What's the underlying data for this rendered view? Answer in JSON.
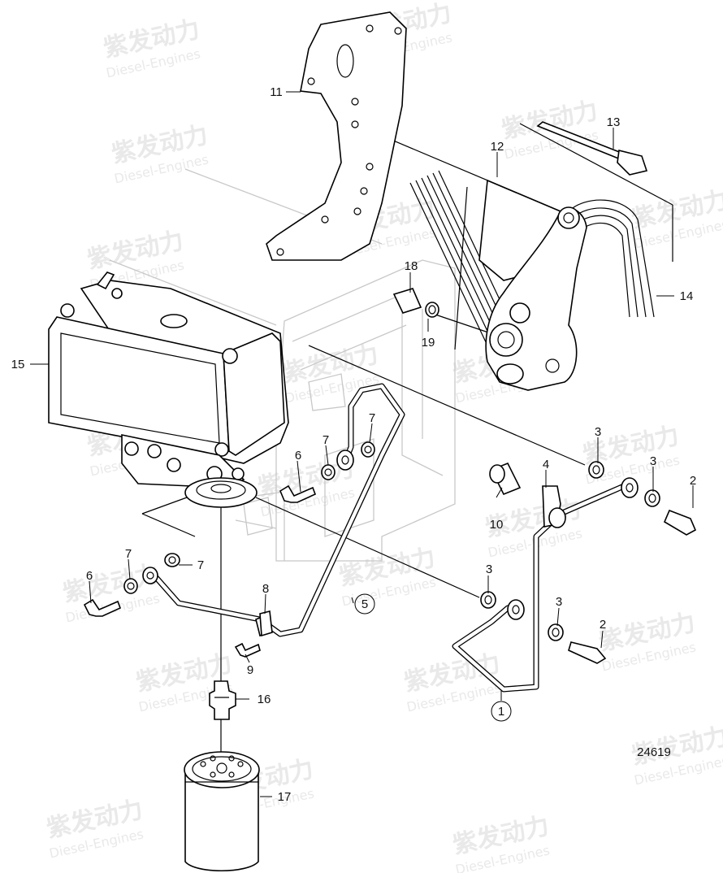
{
  "diagram": {
    "figure_number": "24619",
    "watermark": {
      "brand_cn": "紫发动力",
      "brand_en": "Diesel-Engines"
    },
    "callouts": [
      {
        "id": "c1",
        "label": "1",
        "circled": true
      },
      {
        "id": "c2a",
        "label": "2",
        "circled": false
      },
      {
        "id": "c2b",
        "label": "2",
        "circled": false
      },
      {
        "id": "c3a",
        "label": "3",
        "circled": false
      },
      {
        "id": "c3b",
        "label": "3",
        "circled": false
      },
      {
        "id": "c3c",
        "label": "3",
        "circled": false
      },
      {
        "id": "c3d",
        "label": "3",
        "circled": false
      },
      {
        "id": "c4",
        "label": "4",
        "circled": false
      },
      {
        "id": "c5",
        "label": "5",
        "circled": true
      },
      {
        "id": "c6a",
        "label": "6",
        "circled": false
      },
      {
        "id": "c6b",
        "label": "6",
        "circled": false
      },
      {
        "id": "c7a",
        "label": "7",
        "circled": false
      },
      {
        "id": "c7b",
        "label": "7",
        "circled": false
      },
      {
        "id": "c7c",
        "label": "7",
        "circled": false
      },
      {
        "id": "c7d",
        "label": "7",
        "circled": false
      },
      {
        "id": "c8",
        "label": "8",
        "circled": false
      },
      {
        "id": "c9",
        "label": "9",
        "circled": false
      },
      {
        "id": "c10",
        "label": "10",
        "circled": false
      },
      {
        "id": "c11",
        "label": "11",
        "circled": false
      },
      {
        "id": "c12",
        "label": "12",
        "circled": false
      },
      {
        "id": "c13",
        "label": "13",
        "circled": false
      },
      {
        "id": "c14",
        "label": "14",
        "circled": false
      },
      {
        "id": "c15",
        "label": "15",
        "circled": false
      },
      {
        "id": "c16",
        "label": "16",
        "circled": false
      },
      {
        "id": "c17",
        "label": "17",
        "circled": false
      },
      {
        "id": "c18",
        "label": "18",
        "circled": false
      },
      {
        "id": "c19",
        "label": "19",
        "circled": false
      }
    ]
  }
}
